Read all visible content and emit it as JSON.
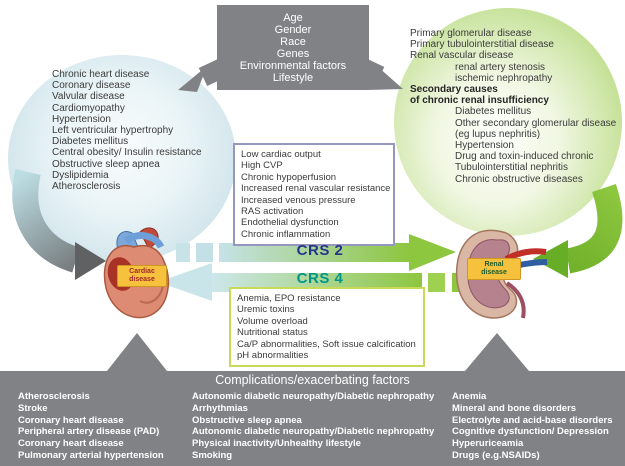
{
  "top_box": {
    "lines": [
      "Age",
      "Gender",
      "Race",
      "Genes",
      "Environmental factors",
      "Lifestyle"
    ]
  },
  "left_circle": {
    "items": [
      "Chronic heart disease",
      "Coronary disease",
      "Valvular disease",
      "Cardiomyopathy",
      "Hypertension",
      "Left ventricular hypertrophy",
      "Diabetes mellitus",
      "Central obesity/ Insulin resistance",
      "Obstructive sleep apnea",
      "Dyslipidemia",
      "Atherosclerosis"
    ]
  },
  "right_circle": {
    "lines": [
      "Primary glomerular disease",
      "Primary tubulointerstitial disease",
      "Renal vascular disease",
      "renal artery stenosis",
      "ischemic nephropathy",
      "Secondary causes",
      "of chronic renal insufficiency",
      "Diabetes mellitus",
      "Other secondary glomerular disease",
      "(eg lupus nephritis)",
      "Hypertension",
      "Drug and toxin-induced chronic",
      "Tubulointerstitial nephritis",
      "Chronic obstructive diseases"
    ]
  },
  "cardiorenal_box": {
    "lines": [
      "Low cardiac output",
      "High CVP",
      "Chronic hypoperfusion",
      "Increased renal vascular resistance",
      "Increased venous pressure",
      "RAS activation",
      "Endothelial dysfunction",
      "Chronic inflammation"
    ]
  },
  "renocardiac_box": {
    "lines": [
      "Anemia, EPO resistance",
      "Uremic toxins",
      "Volume overload",
      "Nutritional status",
      "Ca/P abnormalities, Soft issue calcification",
      "pH abnormalities"
    ]
  },
  "crs2_label": "CRS 2",
  "crs4_label": "CRS 4",
  "heart_label": {
    "line1": "Cardiac",
    "line2": "disease"
  },
  "kidney_label": {
    "line1": "Renal",
    "line2": "disease"
  },
  "bottom": {
    "title": "Complications/exacerbating factors",
    "left_column": [
      "Atherosclerosis",
      "Stroke",
      "Coronary heart disease",
      "Peripheral artery disease (PAD)",
      "Coronary heart disease",
      "Pulmonary arterial hypertension"
    ],
    "middle_column": [
      "Autonomic diabetic neuropathy/Diabetic nephropathy",
      "Arrhythmias",
      "Obstructive sleep apnea",
      "Autonomic diabetic neuropathy/Diabetic nephropathy",
      "Physical inactivity/Unhealthy lifestyle",
      "Smoking"
    ],
    "right_column": [
      "Anemia",
      "Mineral and bone disorders",
      "Electrolyte and acid-base disorders",
      "Cognitive dysfunction/ Depression",
      "Hyperuriceamia",
      "Drugs (e.g.NSAIDs)"
    ]
  },
  "colors": {
    "gray": "#818286",
    "green": "#8dc63f",
    "light_blue": "#bfdfe5",
    "crs2_text": "#26358c",
    "crs4_text": "#00968b",
    "box1_border": "#9597bf",
    "box2_border": "#c8da57",
    "label_yellow": "#f6c23d"
  }
}
